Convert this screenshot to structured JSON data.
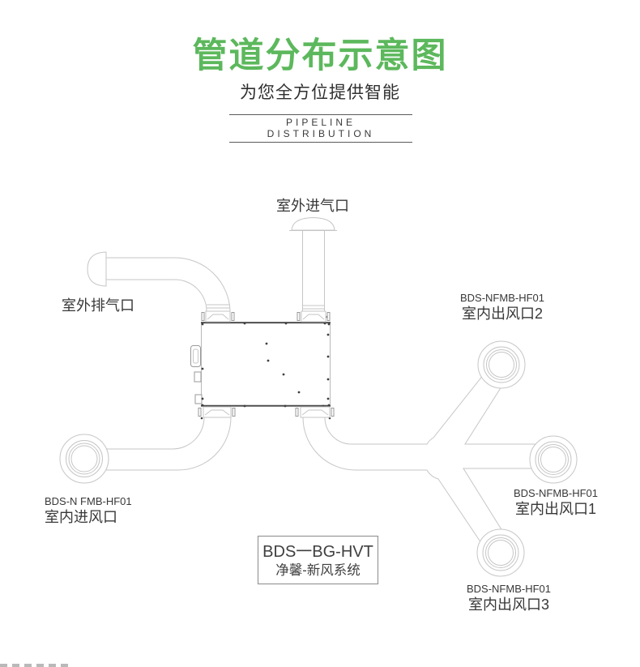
{
  "header": {
    "title": "管道分布示意图",
    "subtitle": "为您全方位提供智能",
    "tagline": "PIPELINE DISTRIBUTION"
  },
  "labels": {
    "outdoor_intake": "室外进气口",
    "outdoor_exhaust": "室外排气口",
    "inlet": {
      "model": "BDS-N FMB-HF01",
      "name": "室内进风口"
    },
    "outlet2": {
      "model": "BDS-NFMB-HF01",
      "name": "室内出风口2"
    },
    "outlet1": {
      "model": "BDS-NFMB-HF01",
      "name": "室内出风口1"
    },
    "outlet3": {
      "model": "BDS-NFMB-HF01",
      "name": "室内出风口3"
    }
  },
  "unit_box": {
    "line1": "BDS一BG-HVT",
    "line2": "净馨-新风系统"
  },
  "colors": {
    "accent": "#5cb85c",
    "pipe": "#c6c6c6",
    "edge": "#4a4a4a",
    "text": "#383838"
  }
}
